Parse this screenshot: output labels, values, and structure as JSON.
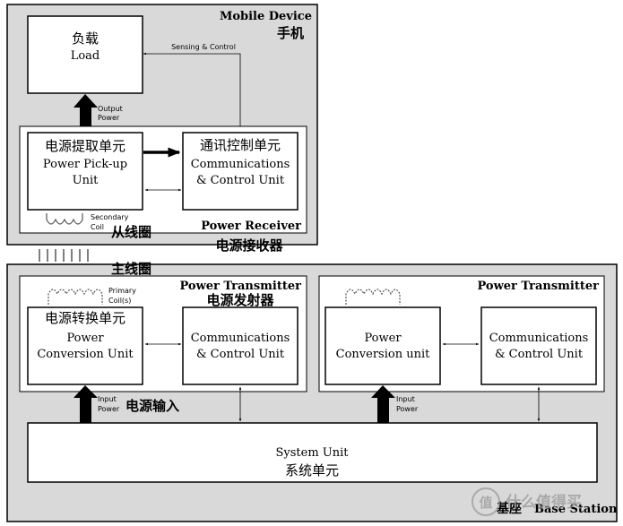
{
  "mobile_device": {
    "title_en": "Mobile Device",
    "title_zh": "手机",
    "load": {
      "zh": "负载",
      "en": "Load"
    },
    "sensing_label": "Sensing & Control",
    "output_power_line1": "Output",
    "output_power_line2": "Power",
    "power_receiver": {
      "title_en": "Power Receiver",
      "title_zh": "电源接收器",
      "pickup": {
        "zh": "电源提取单元",
        "en_line1": "Power Pick-up",
        "en_line2": "Unit"
      },
      "comm": {
        "zh": "通讯控制单元",
        "en_line1": "Communications",
        "en_line2": "& Control Unit"
      },
      "secondary_coil_line1": "Secondary",
      "secondary_coil_line2": "Coil",
      "secondary_coil_zh": "从线圈"
    }
  },
  "primary_coil_zh": "主线圈",
  "base_station": {
    "title_zh": "基座",
    "title_en": "Base Station",
    "transmitter_left": {
      "title_en": "Power Transmitter",
      "title_zh": "电源发射器",
      "primary_coil_line1": "Primary",
      "primary_coil_line2": "Coil(s)",
      "conversion": {
        "zh": "电源转换单元",
        "en_line1": "Power",
        "en_line2": "Conversion Unit"
      },
      "comm": {
        "en_line1": "Communications",
        "en_line2": "& Control Unit"
      }
    },
    "transmitter_right": {
      "title_en": "Power Transmitter",
      "conversion": {
        "en_line1": "Power",
        "en_line2": "Conversion unit"
      },
      "comm": {
        "en_line1": "Communications",
        "en_line2": "& Control Unit"
      }
    },
    "input_power_line1": "Input",
    "input_power_line2": "Power",
    "input_power_zh": "电源输入",
    "system_unit": {
      "en": "System Unit",
      "zh": "系统单元"
    }
  },
  "watermark": {
    "icon_char": "值",
    "text": "什么值得买"
  },
  "colors": {
    "outer_fill": "#d9d9d9",
    "box_fill": "#ffffff",
    "stroke": "#000000",
    "coil": "#555555",
    "watermark": "#9a9a9a"
  }
}
